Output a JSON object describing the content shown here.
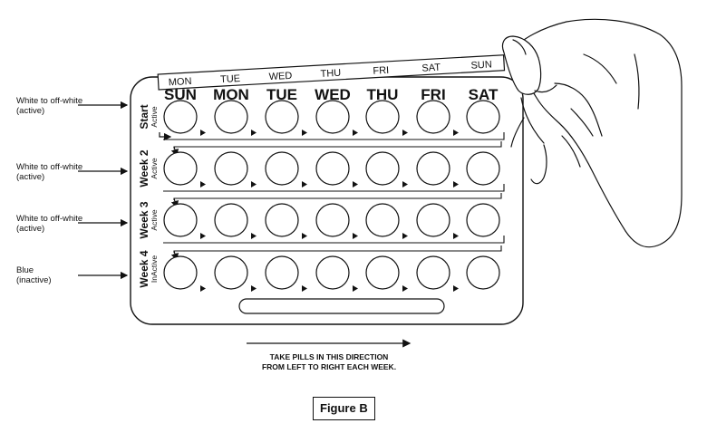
{
  "left_labels": [
    {
      "line1": "White to off-white",
      "line2": "(active)"
    },
    {
      "line1": "White to off-white",
      "line2": "(active)"
    },
    {
      "line1": "White to off-white",
      "line2": "(active)"
    },
    {
      "line1": "Blue",
      "line2": "(inactive)"
    }
  ],
  "week_labels": [
    {
      "main": "Start",
      "sub": "Active"
    },
    {
      "main": "Week 2",
      "sub": "Active"
    },
    {
      "main": "Week 3",
      "sub": "Active"
    },
    {
      "main": "Week 4",
      "sub": "InActive"
    }
  ],
  "sticker_days": [
    "MON",
    "TUE",
    "WED",
    "THU",
    "FRI",
    "SAT",
    "SUN"
  ],
  "pack_days": [
    "SUN",
    "MON",
    "TUE",
    "WED",
    "THU",
    "FRI",
    "SAT"
  ],
  "direction_caption": {
    "line1": "TAKE PILLS IN THIS DIRECTION",
    "line2": "FROM LEFT TO RIGHT EACH WEEK."
  },
  "figure_label": "Figure B",
  "colors": {
    "line": "#111111",
    "pack_fill": "#ffffff"
  }
}
